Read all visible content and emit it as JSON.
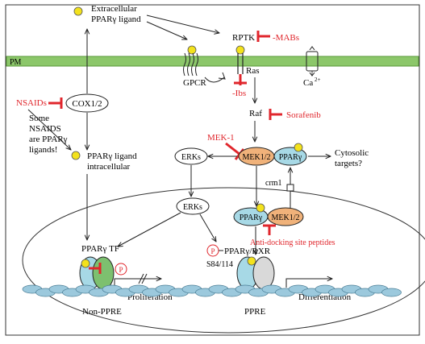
{
  "colors": {
    "membrane_fill": "#8cc76a",
    "membrane_stroke": "#5a9a3a",
    "inhibitor_red": "#e0262c",
    "ligand_yellow": "#f3e21c",
    "mek_orange": "#f0b27a",
    "ppar_cyan": "#a7d9e6",
    "ppar_green": "#7dc06f",
    "rxr_gray": "#d9d9d9",
    "dna_blue": "#9cc9dd",
    "line_black": "#222222"
  },
  "labels": {
    "pm": "PM",
    "extracellular_line1": "Extracellular",
    "extracellular_line2": "PPARγ ligand",
    "rptk": "RPTK",
    "mabs": "-MABs",
    "gpcr": "GPCR",
    "ras": "Ras",
    "ibs": "-Ibs",
    "ca": "Ca",
    "ca_sup": "2+",
    "nsaids": "NSAIDs",
    "cox": "COX1/2",
    "some_nsaids": [
      "Some",
      "NSAIDS",
      "are PPARγ",
      "ligands!"
    ],
    "raf": "Raf",
    "sorafenib": "Sorafenib",
    "mek1_inhibitor": "MEK-1",
    "ligand_intra_line1": "PPARγ ligand",
    "ligand_intra_line2": "intracellular",
    "erks_top": "ERKs",
    "mek12_top": "MEK1/2",
    "ppar_top": "PPARγ",
    "cytosolic_line1": "Cytosolic",
    "cytosolic_line2": "targets?",
    "crm1": "crm1",
    "erks_mid": "ERKs",
    "ppar_nuc": "PPARγ",
    "mek12_nuc": "MEK1/2",
    "anti_docking": "Anti-docking site peptides",
    "ppar_tf": "PPARγ TF",
    "p_left": "P",
    "p_mid": "P",
    "ppar_rxr": "PPARγ/RXR",
    "s84": "S84/114",
    "proliferation": "Proliferation",
    "differentiation": "Differentiation",
    "non_ppre": "Non-PPRE",
    "ppre": "PPRE"
  }
}
